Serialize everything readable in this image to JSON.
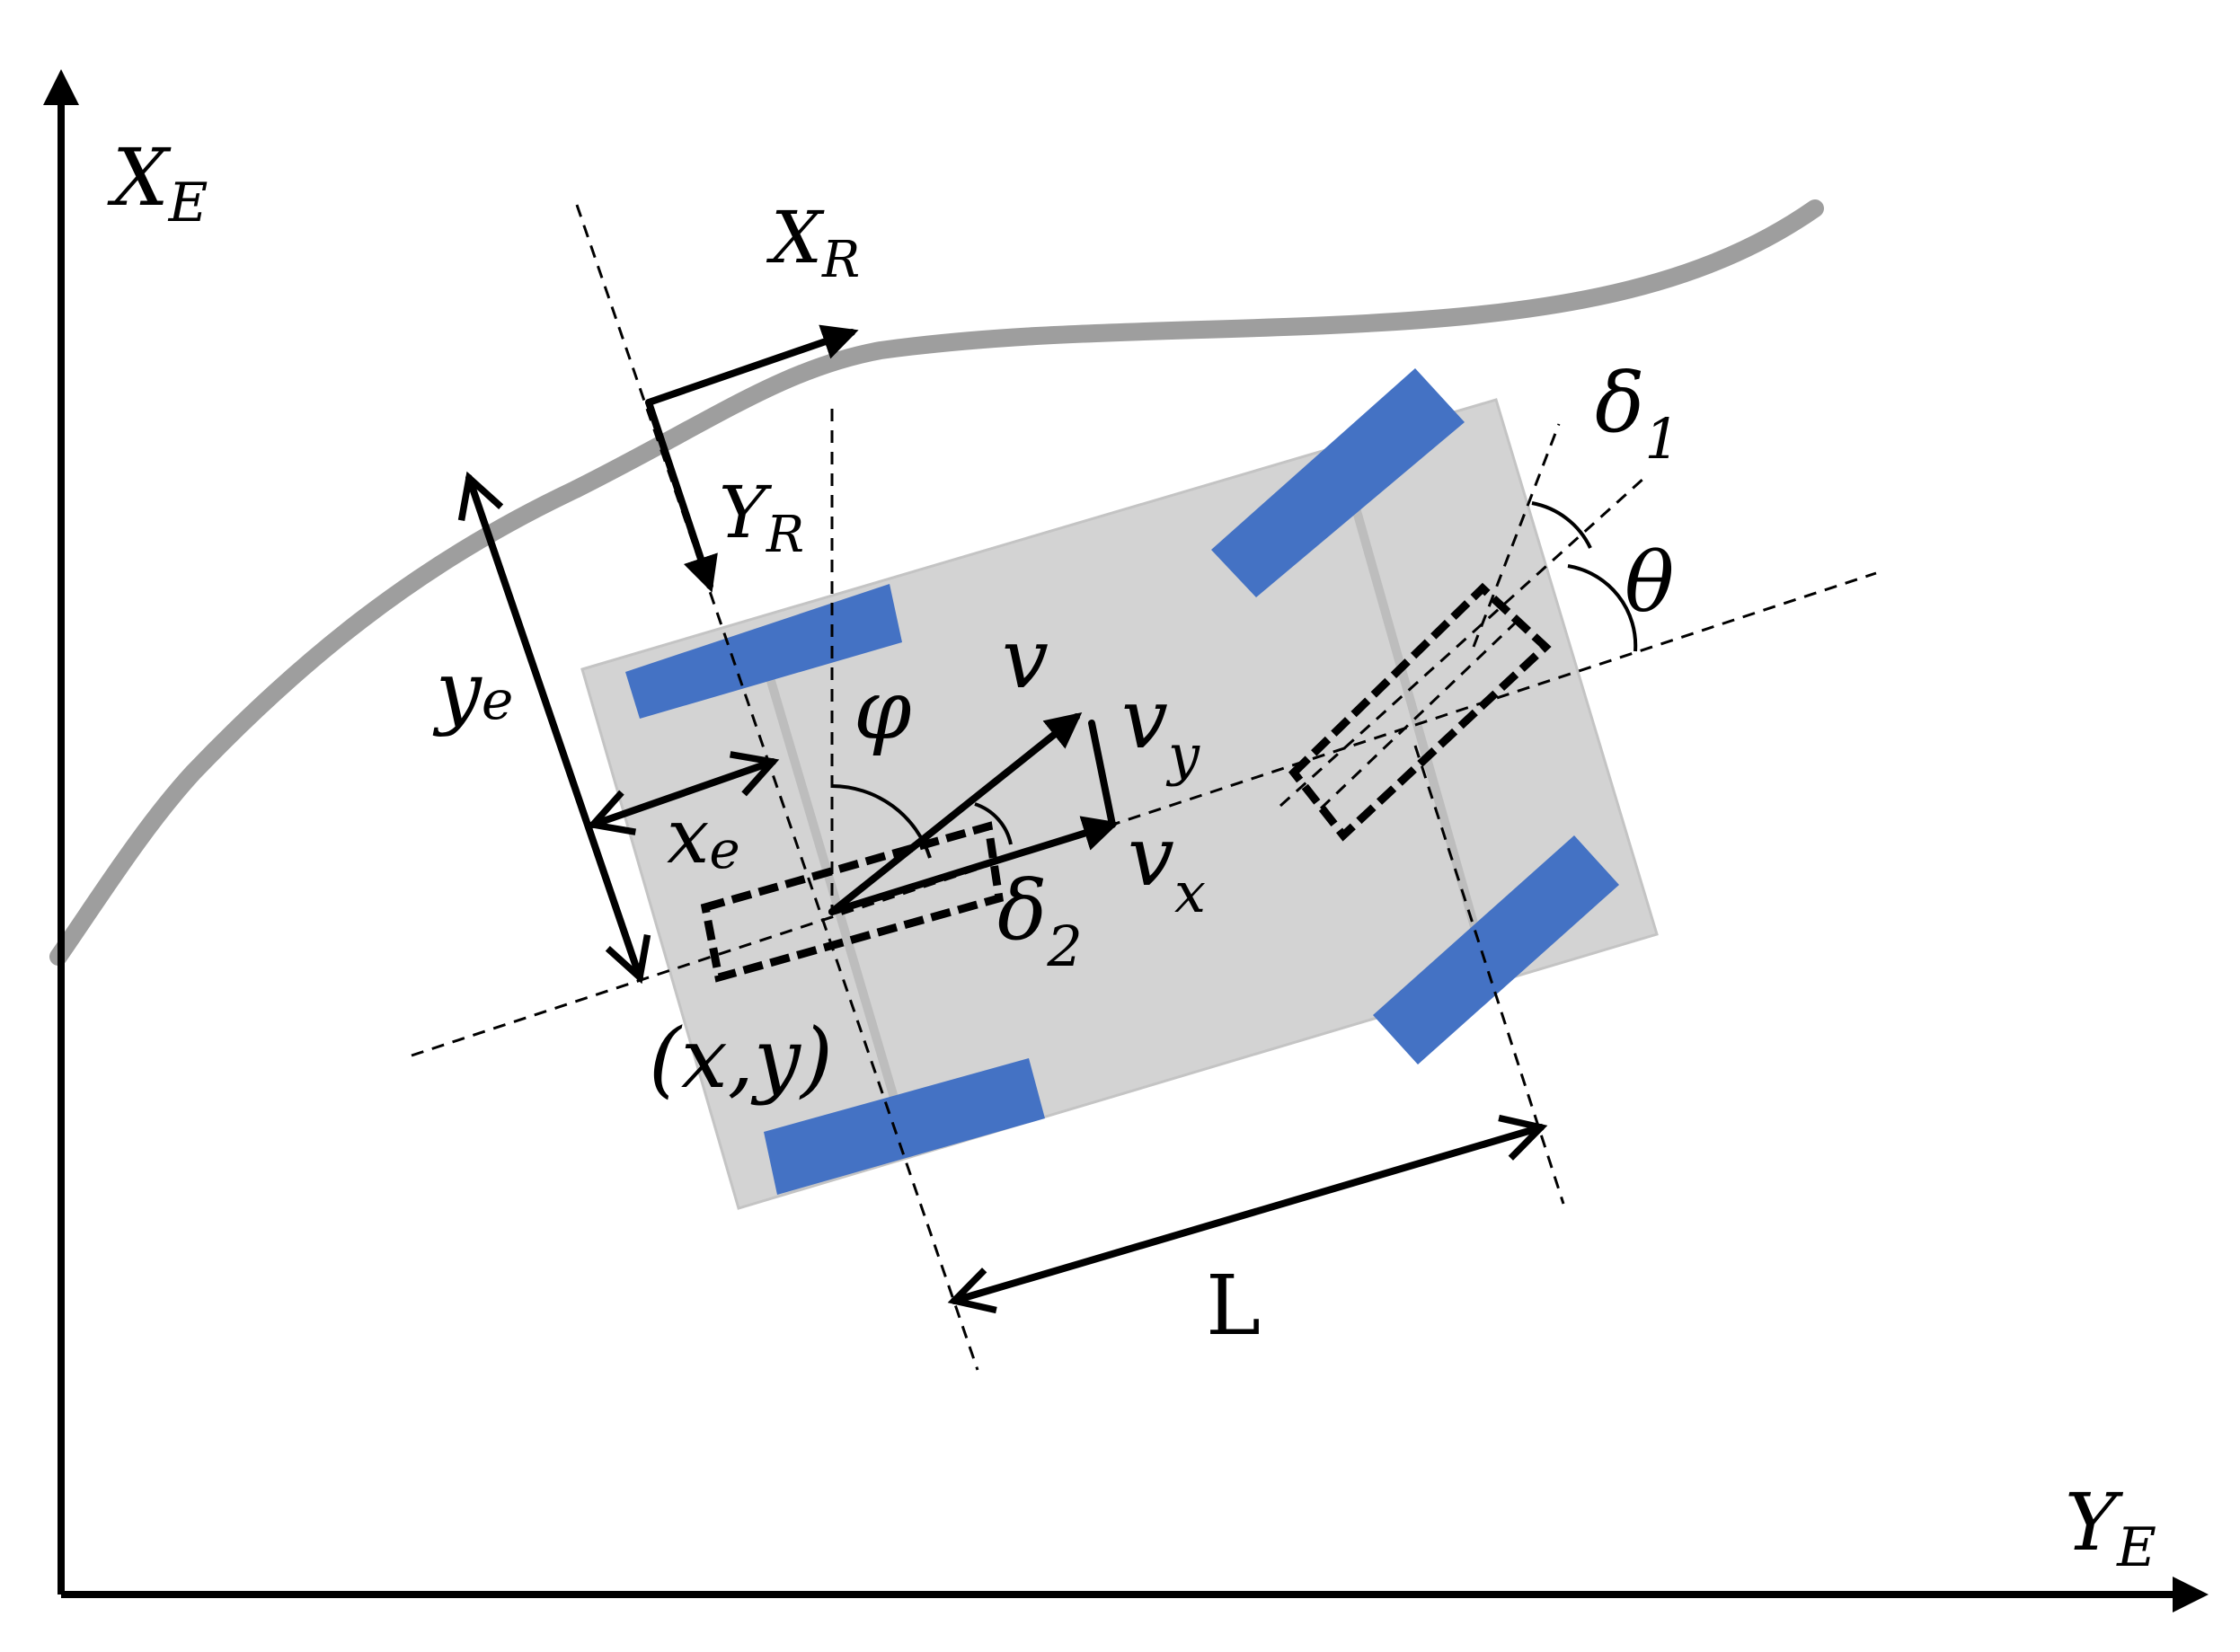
{
  "labels": {
    "axis_x_earth": "X",
    "axis_x_earth_sub": "E",
    "axis_y_earth": "Y",
    "axis_y_earth_sub": "E",
    "robot_x": "X",
    "robot_x_sub": "R",
    "robot_y": "Y",
    "robot_y_sub": "R",
    "lateral_error": "y",
    "lateral_error_sub": "e",
    "longitudinal_error": "x",
    "longitudinal_error_sub": "e",
    "phi": "φ",
    "velocity": "v",
    "velocity_y": "v",
    "velocity_y_sub": "y",
    "velocity_x": "v",
    "velocity_x_sub": "x",
    "delta1": "δ",
    "delta1_sub": "1",
    "delta2": "δ",
    "delta2_sub": "2",
    "theta": "θ",
    "position": "(x,y)",
    "wheelbase": "L"
  },
  "colors": {
    "path": "#9e9e9e",
    "body": "#d3d3d3",
    "wheel": "#4472c4",
    "axle": "#bdbdbd",
    "ink": "#000000"
  }
}
